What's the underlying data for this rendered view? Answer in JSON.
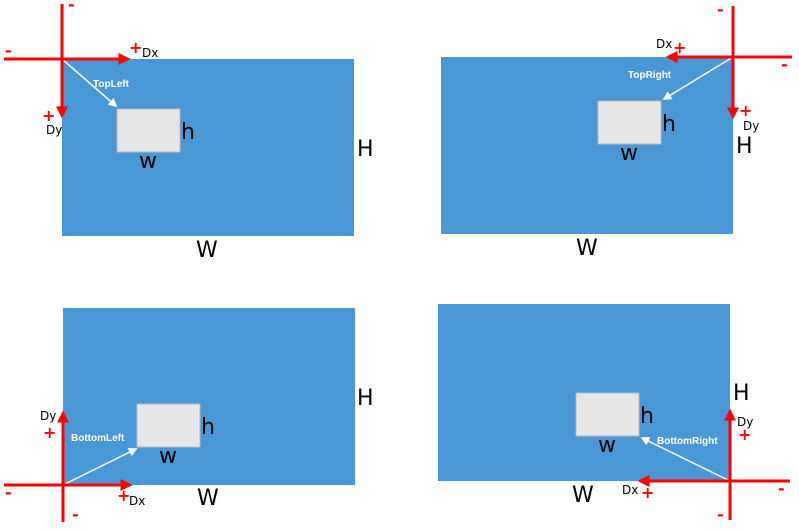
{
  "colors": {
    "canvas": "#4a97d6",
    "inner_rect": "#e6e6e6",
    "axis": "#ff0000",
    "arrow": "#ffffff",
    "text": "#000000"
  },
  "diagrams": [
    {
      "id": "top-left",
      "corner_label": "TopLeft",
      "dx_label": "Dx",
      "dy_label": "Dy",
      "width_label": "W",
      "height_label": "H",
      "inner_width_label": "w",
      "inner_height_label": "h",
      "signs": {
        "x_negative": "-",
        "x_positive": "+",
        "y_negative": "-",
        "y_positive": "+"
      }
    },
    {
      "id": "top-right",
      "corner_label": "TopRight",
      "dx_label": "Dx",
      "dy_label": "Dy",
      "width_label": "W",
      "height_label": "H",
      "inner_width_label": "w",
      "inner_height_label": "h",
      "signs": {
        "x_negative": "-",
        "x_positive": "+",
        "y_negative": "-",
        "y_positive": "+"
      }
    },
    {
      "id": "bottom-left",
      "corner_label": "BottomLeft",
      "dx_label": "Dx",
      "dy_label": "Dy",
      "width_label": "W",
      "height_label": "H",
      "inner_width_label": "w",
      "inner_height_label": "h",
      "signs": {
        "x_negative": "-",
        "x_positive": "+",
        "y_negative": "-",
        "y_positive": "+"
      }
    },
    {
      "id": "bottom-right",
      "corner_label": "BottomRight",
      "dx_label": "Dx",
      "dy_label": "Dy",
      "width_label": "W",
      "height_label": "H",
      "inner_width_label": "w",
      "inner_height_label": "h",
      "signs": {
        "x_negative": "-",
        "x_positive": "+",
        "y_negative": "-",
        "y_positive": "+"
      }
    }
  ]
}
